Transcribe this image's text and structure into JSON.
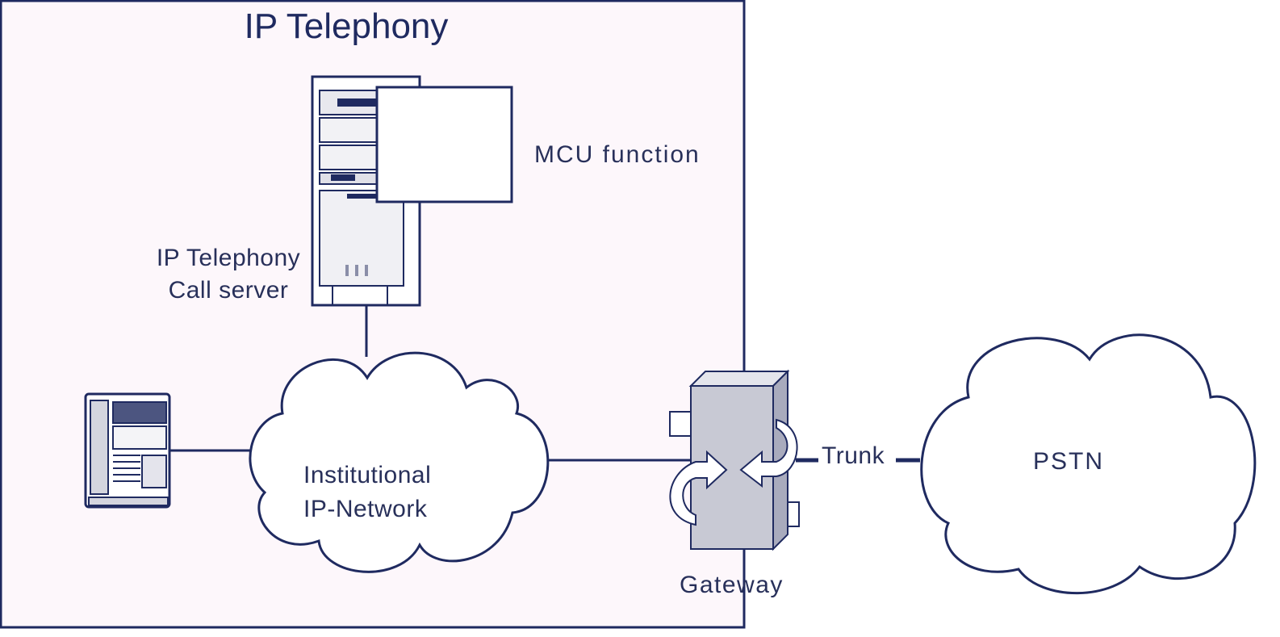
{
  "diagram": {
    "title": "IP Telephony",
    "mcu_label": "MCU  function",
    "call_server_label_line1": "IP Telephony",
    "call_server_label_line2": "Call server",
    "network_label_line1": "Institutional",
    "network_label_line2": "IP-Network",
    "gateway_label": "Gateway",
    "trunk_label": "Trunk",
    "pstn_label": "PSTN"
  },
  "colors": {
    "stroke": "#1f2a60",
    "zone_fill": "#fdf7fb",
    "device_fill": "#c8c9d4",
    "text": "#28305a"
  }
}
